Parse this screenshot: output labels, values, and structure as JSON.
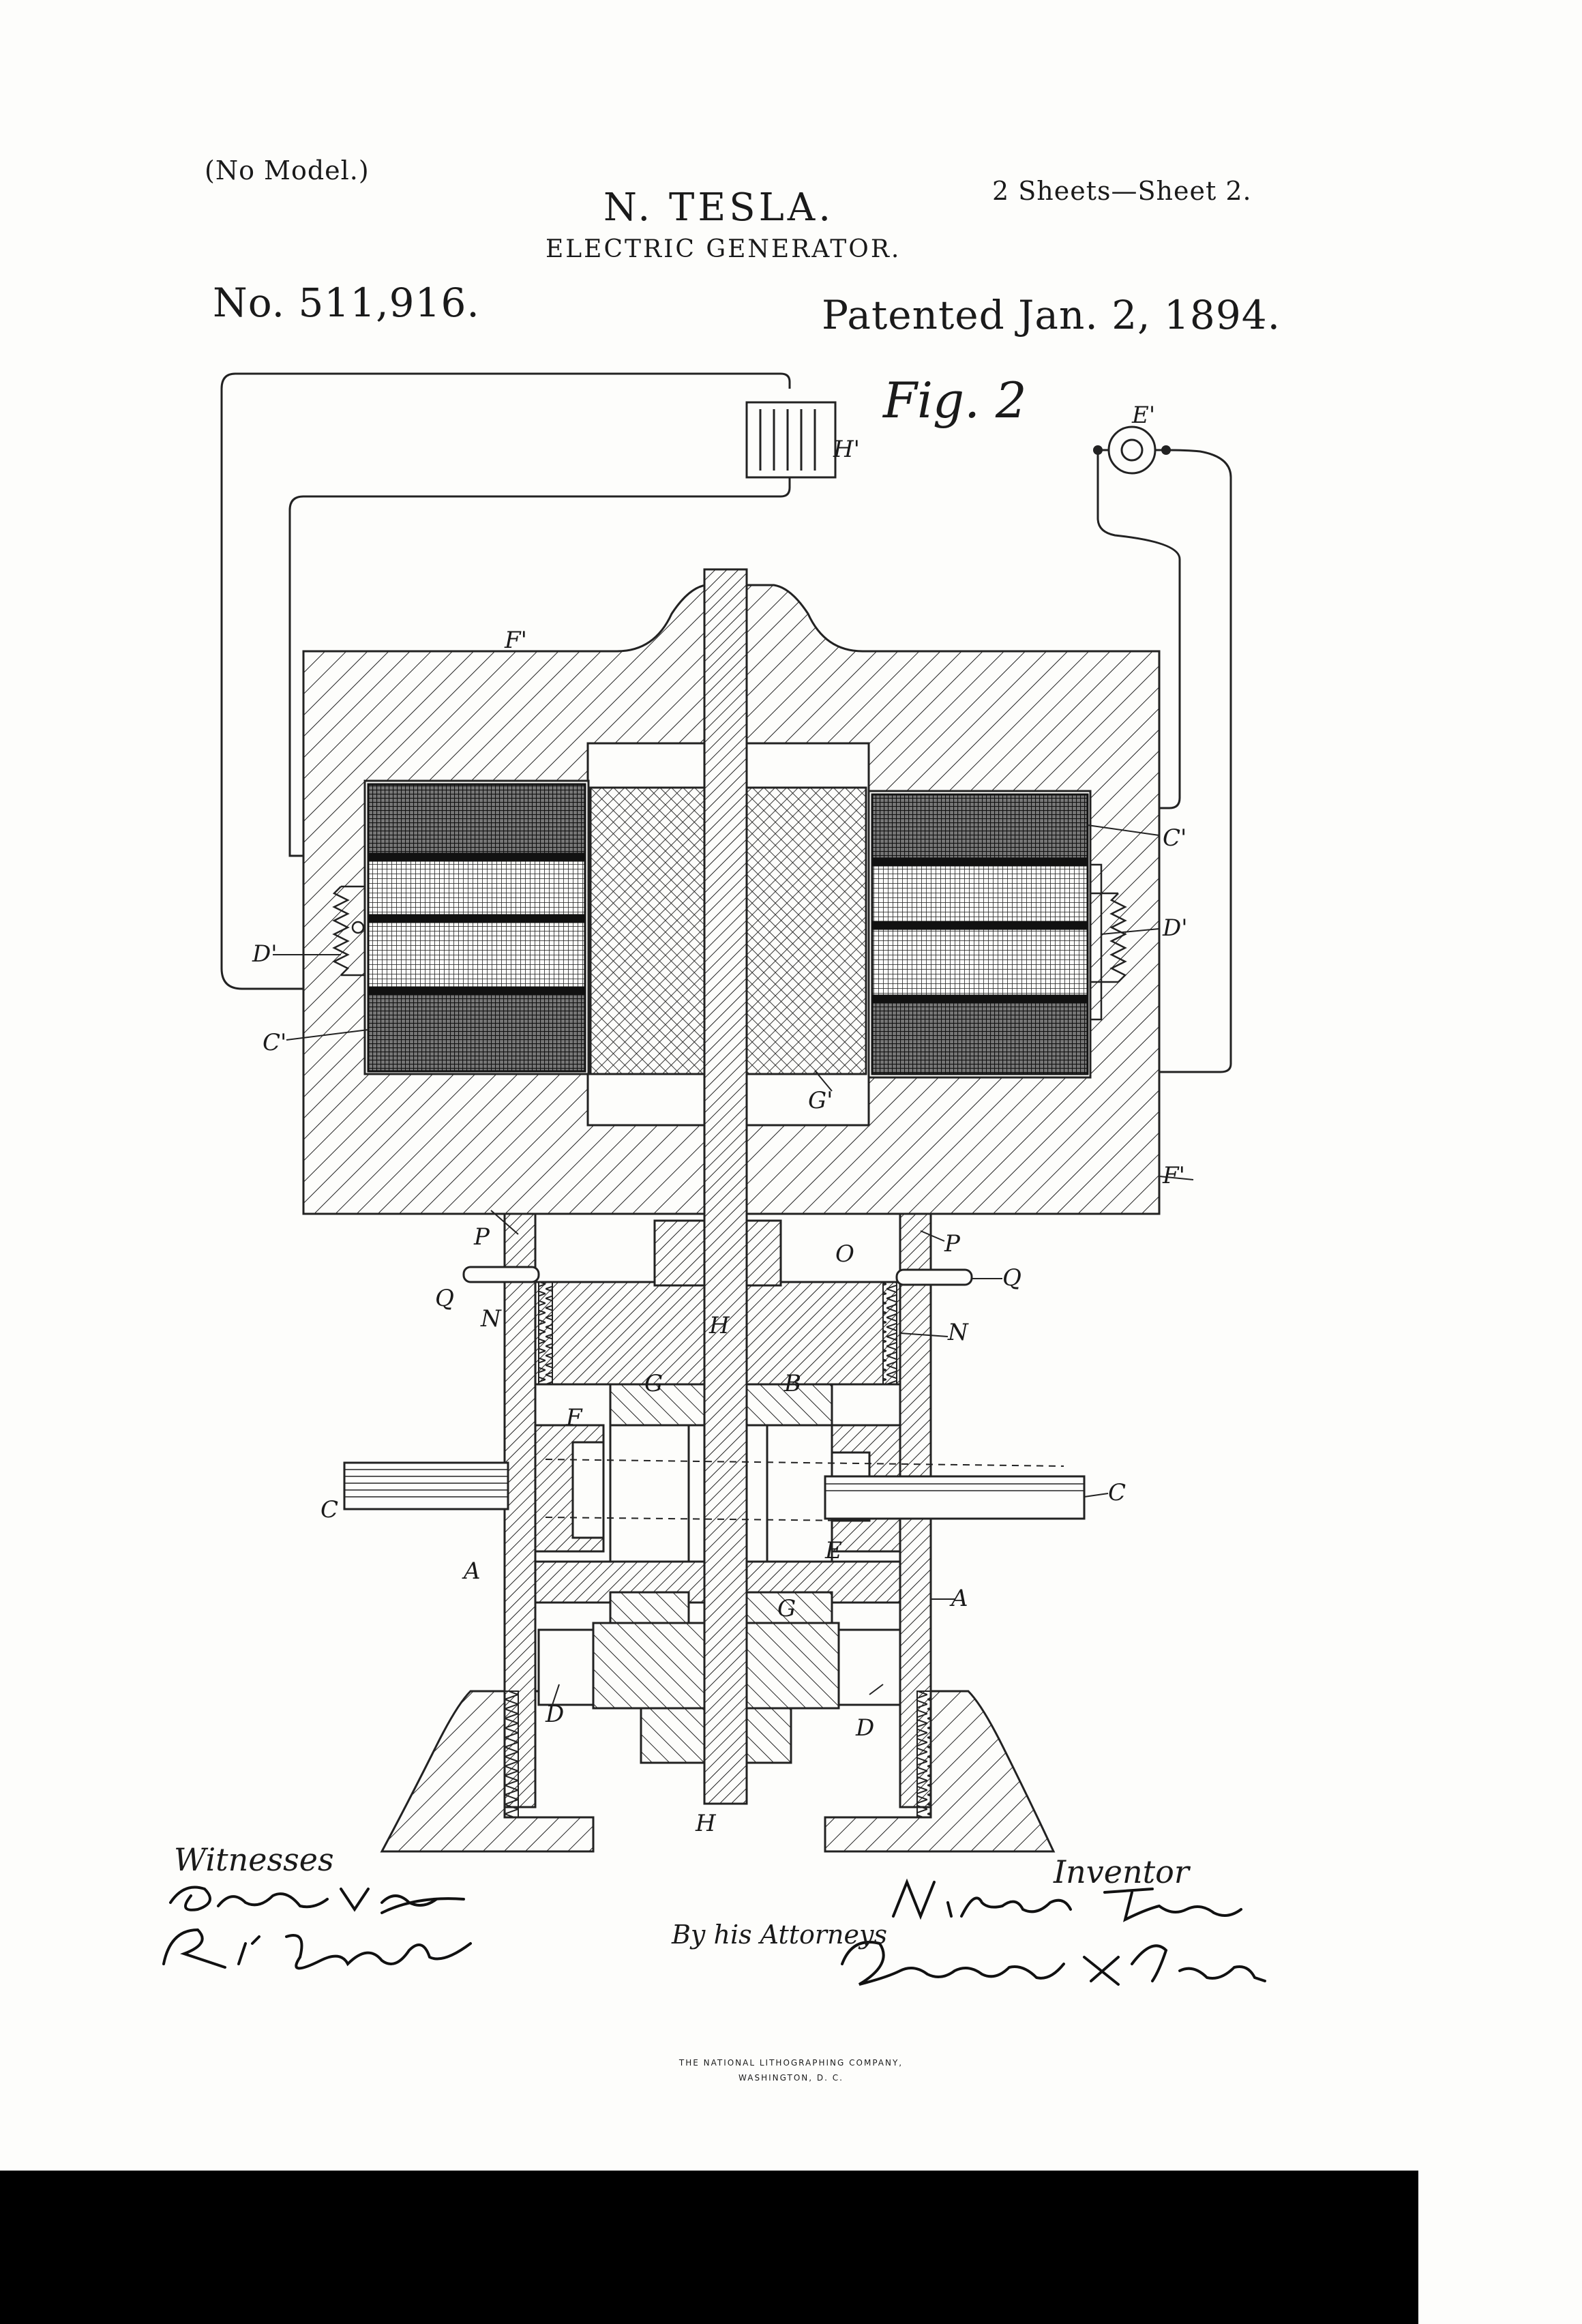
{
  "header": {
    "no_model": "(No Model.)",
    "sheets": "2 Sheets—Sheet 2.",
    "inventor_name": "N. TESLA.",
    "title": "ELECTRIC GENERATOR.",
    "patent_number": "No. 511,916.",
    "patent_date": "Patented Jan. 2, 1894."
  },
  "figure": {
    "label": "Fig. 2",
    "labels": {
      "H1": "H'",
      "E1": "E'",
      "F1_top": "F'",
      "F1_bottom": "F'",
      "C1_right": "C'",
      "C1_left": "C'",
      "D1_left": "D'",
      "D1_right": "D'",
      "G1": "G'",
      "P_left": "P",
      "P_right": "P",
      "O": "O",
      "Q_left": "Q",
      "Q_right": "Q",
      "N_left": "N",
      "N_right": "N",
      "H_mid": "H",
      "H_bottom": "H",
      "G_top": "G",
      "G_bottom": "G",
      "B": "B",
      "F": "F",
      "E": "E",
      "C_left": "C",
      "C_right": "C",
      "A_left": "A",
      "A_right": "A",
      "D_left": "D",
      "D_right": "D"
    }
  },
  "signatures": {
    "witnesses_heading": "Witnesses",
    "inventor_heading": "Inventor",
    "attorneys_text": "By his Attorneys",
    "witness_1": "Raphael Netter",
    "witness_2": "R. F. Gaylord",
    "inventor": "Nikola Tesla",
    "attorneys": "Duncan & Page."
  },
  "printer": {
    "line1": "THE NATIONAL LITHOGRAPHING COMPANY,",
    "line2": "WASHINGTON, D. C."
  }
}
